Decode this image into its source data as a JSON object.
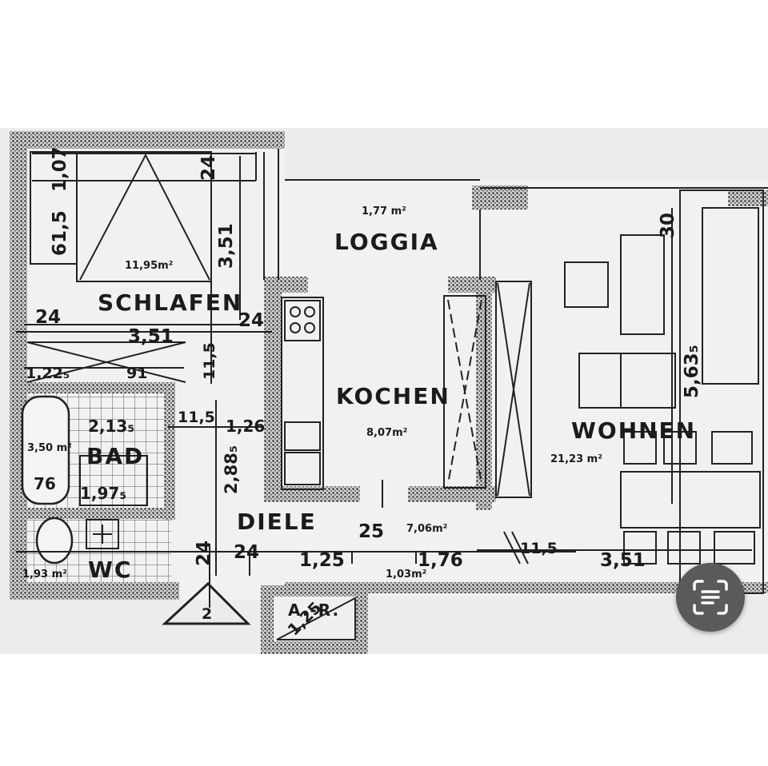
{
  "rooms": {
    "schlafen": "SCHLAFEN",
    "loggia": "LOGGIA",
    "kochen": "KOCHEN",
    "wohnen": "WOHNEN",
    "bad": "BAD",
    "wc": "WC",
    "diele": "DIELE",
    "abst": "A.-R."
  },
  "areas": {
    "schlafen": "11,95m²",
    "loggia": "1,77 m²",
    "kochen": "8,07m²",
    "wohnen": "21,23 m²",
    "bad": "3,50 m²",
    "wc": "1,93 m²",
    "diele": "7,06m²",
    "abst": "1,03m²"
  },
  "dimensions": {
    "schlafen_width": "3,51",
    "schlafen_depth": "3,51",
    "schlafen_wall_left": "24",
    "schlafen_wall_right": "24",
    "top_24": "24",
    "top_107": "1,07",
    "top_615": "61,5",
    "mid_122": "1,22₅",
    "mid_91": "91",
    "mid_115a": "11,5",
    "bad_2135": "2,13₅",
    "bad_115": "11,5",
    "bad_126": "1,26",
    "bad_1975": "1,97₅",
    "bad_76": "76",
    "diele_2885": "2,88₅",
    "bottom_24a": "24",
    "bottom_24b": "24",
    "bottom_125": "1,25",
    "bottom_25": "25",
    "bottom_176": "1,76",
    "bottom_115": "11,5",
    "bottom_351": "3,51",
    "wohnen_30": "30",
    "wohnen_5635": "5,63₅",
    "abst_125": "1,25",
    "bottom_2": "2"
  },
  "colors": {
    "paper": "#ececea",
    "ink": "#1b1b1b",
    "button": "#5a5a5a"
  },
  "overlay": {
    "icon": "scan-text-icon"
  }
}
